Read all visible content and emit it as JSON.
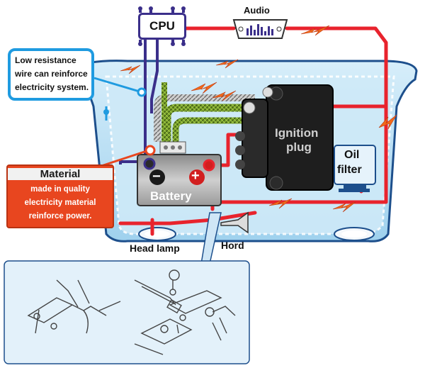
{
  "labels": {
    "cpu": "CPU",
    "audio": "Audio",
    "callout_line1": "Low resistance",
    "callout_line2": "wire can reinforce",
    "callout_line3": "electricity system.",
    "material_title": "Material",
    "material_line1": "made in quality",
    "material_line2": "electricity material",
    "material_line3": "reinforce power.",
    "battery": "Battery",
    "ignition_line1": "Ignition",
    "ignition_line2": "plug",
    "oil_line1": "Oil",
    "oil_line2": "filter",
    "head_lamp": "Head lamp",
    "hord": "Hord",
    "minus": "−",
    "plus": "+"
  },
  "colors": {
    "wire_red": "#e8232d",
    "wire_purple": "#3b2f8a",
    "car_body": "#bfe3f5",
    "car_outline": "#1d4f8c",
    "material_bg": "#e8461f",
    "callout_border": "#1f9be0",
    "spark_orange": "#f26a1b",
    "inset_bg": "#e3f1fa"
  },
  "icons": {
    "cpu": "cpu-chip-icon",
    "audio": "audio-equalizer-icon",
    "battery": "battery-icon",
    "ignition": "ignition-coil-icon",
    "horn": "horn-icon",
    "spark": "spark-icon"
  }
}
